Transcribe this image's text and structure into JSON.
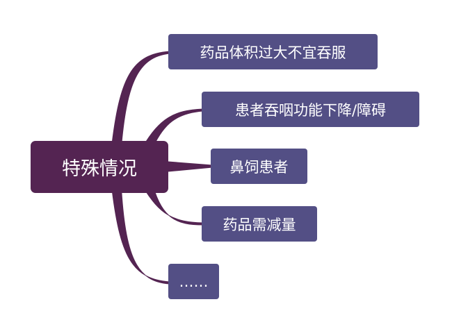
{
  "mindmap": {
    "root": {
      "label": "特殊情况"
    },
    "branches": [
      {
        "label": "药品体积过大不宜吞服"
      },
      {
        "label": "患者吞咽功能下降/障碍"
      },
      {
        "label": "鼻饲患者"
      },
      {
        "label": "药品需减量"
      },
      {
        "label": "……"
      }
    ]
  },
  "colors": {
    "root_fill": "#542452",
    "node_fill": "#534f85",
    "connector": "#542452",
    "text": "#ffffff"
  }
}
